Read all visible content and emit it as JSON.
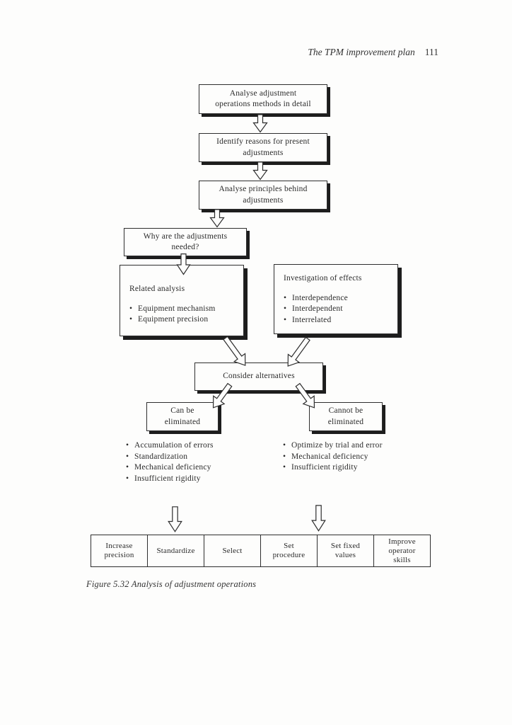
{
  "page": {
    "running_header": "The TPM improvement plan",
    "page_number": "111",
    "caption": "Figure 5.32 Analysis of adjustment operations"
  },
  "colors": {
    "paper": "#fdfdfc",
    "ink": "#2b2b2b",
    "box_border": "#2e2e2e",
    "box_shadow": "#1d1d1d"
  },
  "icons": {
    "flow_arrow": "hollow-block-arrow"
  },
  "flowchart": {
    "step_analyse_methods": "Analyse adjustment\noperations methods in detail",
    "step_identify_reasons": "Identify reasons for present\nadjustments",
    "step_analyse_principles": "Analyse principles behind\nadjustments",
    "step_why_needed": "Why are the adjustments\nneeded?",
    "related_analysis": {
      "title": "Related analysis",
      "bullets": [
        "Equipment mechanism",
        "Equipment precision"
      ]
    },
    "investigation": {
      "title": "Investigation of effects",
      "bullets": [
        "Interdependence",
        "Interdependent",
        "Interrelated"
      ]
    },
    "consider_alternatives": "Consider alternatives",
    "can_be_eliminated": "Can be\neliminated",
    "cannot_be_eliminated": "Cannot be\neliminated",
    "can_list": [
      "Accumulation of errors",
      "Standardization",
      "Mechanical deficiency",
      "Insufficient rigidity"
    ],
    "cannot_list": [
      "Optimize by trial and error",
      "Mechanical deficiency",
      "Insufficient rigidity"
    ],
    "actions": [
      "Increase\nprecision",
      "Standardize",
      "Select",
      "Set\nprocedure",
      "Set fixed\nvalues",
      "Improve\noperator\nskills"
    ]
  }
}
